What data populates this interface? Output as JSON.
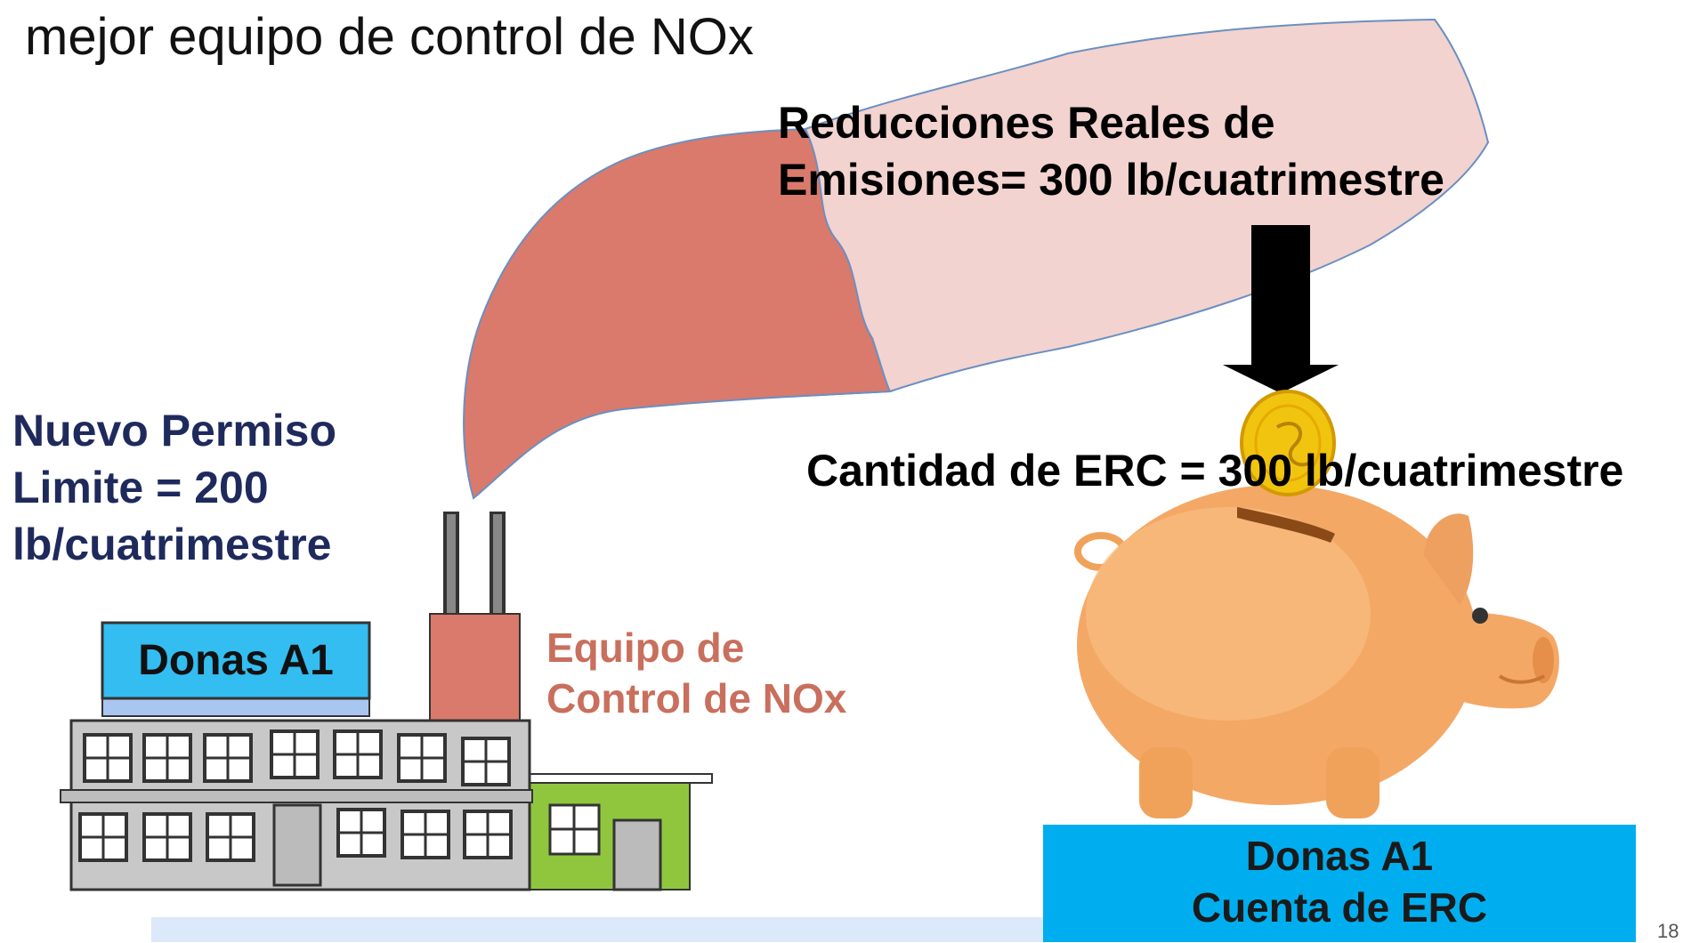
{
  "slide": {
    "title": "mejor equipo de control de NOx",
    "page_number": "18"
  },
  "permit": {
    "line1": "Nuevo Permiso",
    "line2": "Limite = 200",
    "line3": "lb/cuatrimestre"
  },
  "equipment": {
    "line1": "Equipo de",
    "line2": "Control de NOx"
  },
  "reductions": {
    "line1": "Reducciones Reales de",
    "line2": "Emisiones= 300 lb/cuatrimestre"
  },
  "erc_amount": "Cantidad de ERC = 300 lb/cuatrimestre",
  "factory": {
    "sign": "Donas A1"
  },
  "account": {
    "line1": "Donas A1",
    "line2": "Cuenta de ERC"
  },
  "colors": {
    "plume_dark": "#d97a6c",
    "plume_light": "#f2d3cf",
    "account_box": "#00aeef",
    "permit_text": "#1f2a5c",
    "equipment_text": "#c96f5d",
    "sign_blue": "#33bdf0"
  },
  "icons": [
    "piggy-bank-icon",
    "coin-icon",
    "down-arrow-icon",
    "factory-icon",
    "smokestack-icon"
  ]
}
